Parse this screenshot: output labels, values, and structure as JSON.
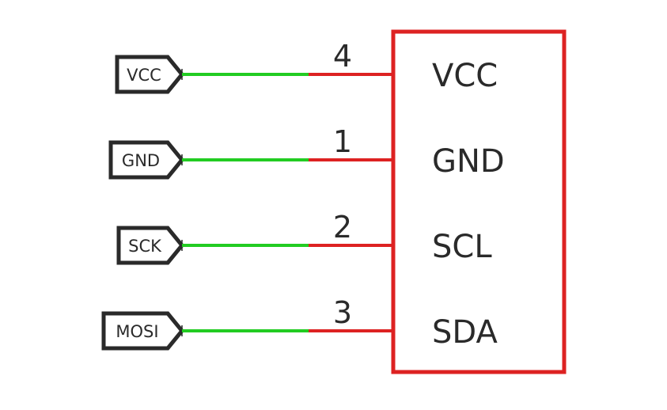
{
  "colors": {
    "wire": "#22cc22",
    "pin": "#dd2222",
    "body": "#dd2222",
    "port_outline": "#2a2a2a",
    "text": "#2a2a2a"
  },
  "component": {
    "pins": [
      {
        "net": "VCC",
        "number": "4",
        "name": "VCC"
      },
      {
        "net": "GND",
        "number": "1",
        "name": "GND"
      },
      {
        "net": "SCK",
        "number": "2",
        "name": "SCL"
      },
      {
        "net": "MOSI",
        "number": "3",
        "name": "SDA"
      }
    ]
  }
}
